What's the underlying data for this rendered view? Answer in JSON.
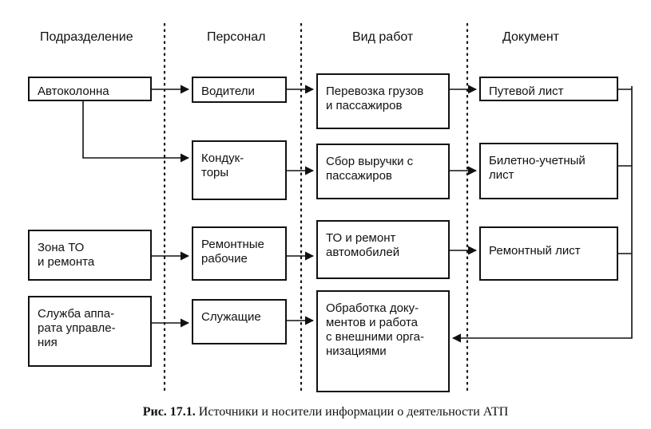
{
  "columns": {
    "division": "Подразделение",
    "personnel": "Персонал",
    "work_type": "Вид работ",
    "document": "Документ"
  },
  "divisions": {
    "autocolumn": "Автоколонна",
    "maintenance_zone": "Зона ТО\nи ремонта",
    "management_service": "Служба аппа-\nрата управле-\nния"
  },
  "personnel": {
    "drivers": "Водители",
    "conductors": "Кондук-\nторы",
    "repair_workers": "Ремонтные\nрабочие",
    "employees": "Служащие"
  },
  "work_types": {
    "transport": "Перевозка грузов\nи пассажиров",
    "revenue_collection": "Сбор выручки с\nпассажиров",
    "maintenance_repair": "ТО и ремонт\nавтомобилей",
    "document_processing": "Обработка доку-\nментов и работа\nс внешними орга-\nнизациями"
  },
  "documents": {
    "waybill": "Путевой лист",
    "ticket_sheet": "Билетно-учетный\nлист",
    "repair_sheet": "Ремонтный лист"
  },
  "caption": {
    "label": "Рис. 17.1.",
    "text": " Источники и носители информации о деятельности АТП"
  }
}
